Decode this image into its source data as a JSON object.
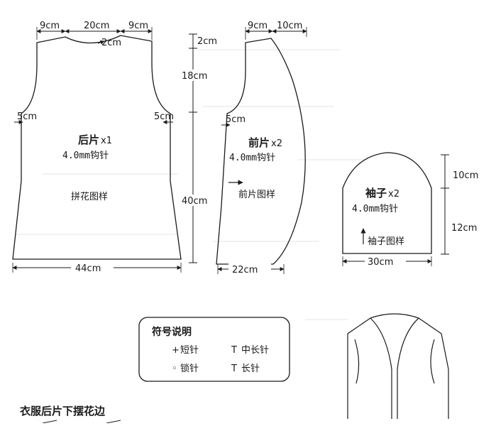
{
  "back": {
    "title": "后片",
    "qty": "x1",
    "hook": "4.0mm钩针",
    "pattern": "拼花图样",
    "dims": {
      "shoulder_left": "9cm",
      "neck": "20cm",
      "shoulder_right": "9cm",
      "neck_drop": "2cm",
      "armhole_left": "5cm",
      "armhole_right": "5cm",
      "width": "44cm"
    }
  },
  "side_dims": {
    "top": "2cm",
    "armhole": "18cm",
    "body": "40cm"
  },
  "front": {
    "title": "前片",
    "qty": "x2",
    "hook": "4.0mm钩针",
    "pattern": "前片图样",
    "dims": {
      "shoulder": "9cm",
      "neck": "10cm",
      "armhole": "5cm",
      "width": "22cm"
    }
  },
  "sleeve": {
    "title": "袖子",
    "qty": "x2",
    "hook": "4.0mm钩针",
    "pattern": "袖子图样",
    "dims": {
      "cap": "10cm",
      "length": "12cm",
      "width": "30cm"
    }
  },
  "legend": {
    "title": "符号说明",
    "items": [
      {
        "symbol": "+",
        "label": "短针"
      },
      {
        "symbol": "T",
        "label": "中长针"
      },
      {
        "symbol": "◦",
        "label": "锁针"
      },
      {
        "symbol": "T",
        "label": "长针"
      }
    ]
  },
  "footer": {
    "caption": "衣服后片下摆花边"
  }
}
